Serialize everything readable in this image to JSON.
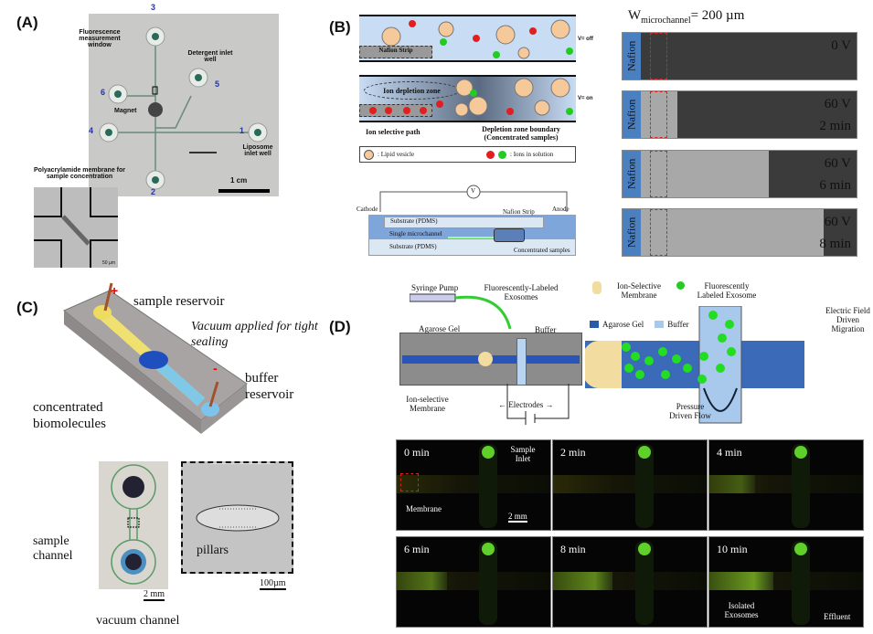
{
  "panels": {
    "a": "(A)",
    "b": "(B)",
    "c": "(C)",
    "d": "(D)"
  },
  "panel_a": {
    "well_numbers": [
      "1",
      "2",
      "3",
      "4",
      "5",
      "6"
    ],
    "fluorescence_window": "Fluorescence measurement window",
    "detergent": "Detergent inlet well",
    "magnet": "Magnet",
    "liposome": "Liposome inlet well",
    "membrane": "Polyacrylamide membrane for sample concentration",
    "scale": "1 cm",
    "inset_scale": "50 µm"
  },
  "panel_b": {
    "v_off": "V= off",
    "v_on": "V= on",
    "nafion_strip": "Nafion Strip",
    "depletion_zone": "Ion depletion zone",
    "ion_path": "Ion selective path",
    "boundary": "Depletion zone boundary",
    "concentrated": "(Concentrated samples)",
    "legend_vesicle": ": Lipid vesicle",
    "legend_ions": ": Ions in solution",
    "voltmeter": "V",
    "cathode": "Cathode",
    "anode": "Anode",
    "substrate_top": "Substrate (PDMS)",
    "channel": "Single microchannel",
    "substrate_bottom": "Substrate (PDMS)",
    "nafion_label": "Nafion Strip",
    "concentrated_label": "Concentrated samples",
    "width_label_main": "W",
    "width_label_sub": "microchannel",
    "width_label_value": "= 200 µm",
    "strips": [
      {
        "nafion": "Nafion",
        "voltage": "0 V",
        "time": "",
        "fill": 0
      },
      {
        "nafion": "Nafion",
        "voltage": "60 V",
        "time": "2 min",
        "fill": 0.2
      },
      {
        "nafion": "Nafion",
        "voltage": "60 V",
        "time": "6 min",
        "fill": 0.62
      },
      {
        "nafion": "Nafion",
        "voltage": "60 V",
        "time": "8 min",
        "fill": 0.85
      }
    ]
  },
  "panel_c": {
    "sample_reservoir": "sample reservoir",
    "vacuum": "Vacuum applied for tight sealing",
    "buffer": "buffer reservoir",
    "concentrated": "concentrated biomolecules",
    "plus": "+",
    "minus": "-",
    "sample_channel": "sample channel",
    "vacuum_channel": "vacuum channel",
    "pillars": "pillars",
    "scale_photo": "2 mm",
    "scale_sem": "100µm"
  },
  "panel_d": {
    "syringe": "Syringe Pump",
    "labeled_exosomes": "Fluorescently-Labeled Exosomes",
    "agarose": "Agarose Gel",
    "buffer": "Buffer",
    "ion_membrane": "Ion-selective Membrane",
    "electrodes": "Electrodes",
    "legend_membrane": "Ion-Selective Membrane",
    "legend_exosome": "Fluorescently Labeled Exosome",
    "legend_agarose": "Agarose Gel",
    "legend_buffer": "Buffer",
    "electric_field": "Electric Field Driven Migration",
    "pressure_flow": "Pressure Driven Flow",
    "frames": [
      {
        "time": "0 min",
        "glow": 0
      },
      {
        "time": "2 min",
        "glow": 0.05
      },
      {
        "time": "4 min",
        "glow": 0.15
      },
      {
        "time": "6 min",
        "glow": 0.3
      },
      {
        "time": "8 min",
        "glow": 0.45
      },
      {
        "time": "10 min",
        "glow": 0.6
      }
    ],
    "sample_inlet": "Sample Inlet",
    "membrane": "Membrane",
    "scale": "2 mm",
    "isolated": "Isolated Exosomes",
    "effluent": "Effluent"
  },
  "colors": {
    "exosome": "#22cc22",
    "nafion": "#4a7fc0",
    "buffer": "#b8d4f0",
    "agarose": "#2a5aa8",
    "red_box": "#e02020"
  }
}
